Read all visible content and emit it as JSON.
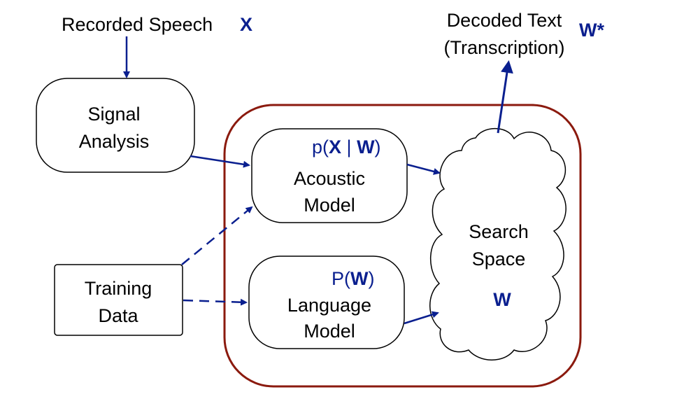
{
  "colors": {
    "accent_blue": "#0a1f8f",
    "container_red": "#8b1a0e",
    "stroke_black": "#000000",
    "fill_white": "#ffffff"
  },
  "inputs": {
    "recorded_speech": "Recorded Speech",
    "speech_symbol": "X"
  },
  "output": {
    "line1": "Decoded Text",
    "line2": "(Transcription)",
    "symbol": "W*"
  },
  "signal_analysis": {
    "line1": "Signal",
    "line2": "Analysis"
  },
  "training_data": {
    "line1": "Training",
    "line2": "Data"
  },
  "acoustic_model": {
    "line1": "Acoustic",
    "line2": "Model",
    "formula_p": "p(",
    "formula_x": "X",
    "formula_bar": " | ",
    "formula_w": "W",
    "formula_close": ")"
  },
  "language_model": {
    "line1": "Language",
    "line2": "Model",
    "formula_p": "P(",
    "formula_w": "W",
    "formula_close": ")"
  },
  "search_space": {
    "line1": "Search",
    "line2": "Space",
    "symbol": "W"
  }
}
